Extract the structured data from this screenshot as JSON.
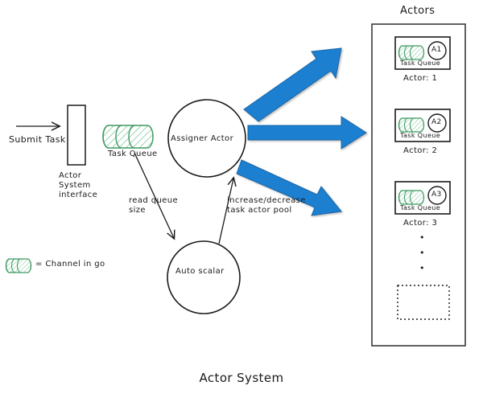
{
  "diagram": {
    "title": "Actor System",
    "actors_panel_title": "Actors",
    "nodes": {
      "submit_task": "Submit Task",
      "interface": "Actor\nSystem\ninterface",
      "task_queue": "Task Queue",
      "assigner_actor": "Assigner Actor",
      "auto_scalar": "Auto scalar"
    },
    "edges": {
      "read_queue_size": "read queue\nsize",
      "increase_decrease": "increase/decrease\ntask actor pool"
    },
    "legend": {
      "text": "= Channel in go"
    },
    "actors": [
      {
        "queue_label": "Task Queue",
        "badge": "A1",
        "caption": "Actor: 1"
      },
      {
        "queue_label": "Task Queue",
        "badge": "A2",
        "caption": "Actor: 2"
      },
      {
        "queue_label": "Task Queue",
        "badge": "A3",
        "caption": "Actor: 3"
      }
    ],
    "ellipsis": "•",
    "colors": {
      "arrow_blue": "#1f7fd0",
      "channel_green": "#3f9a63",
      "ink": "#1a1a1a"
    }
  }
}
